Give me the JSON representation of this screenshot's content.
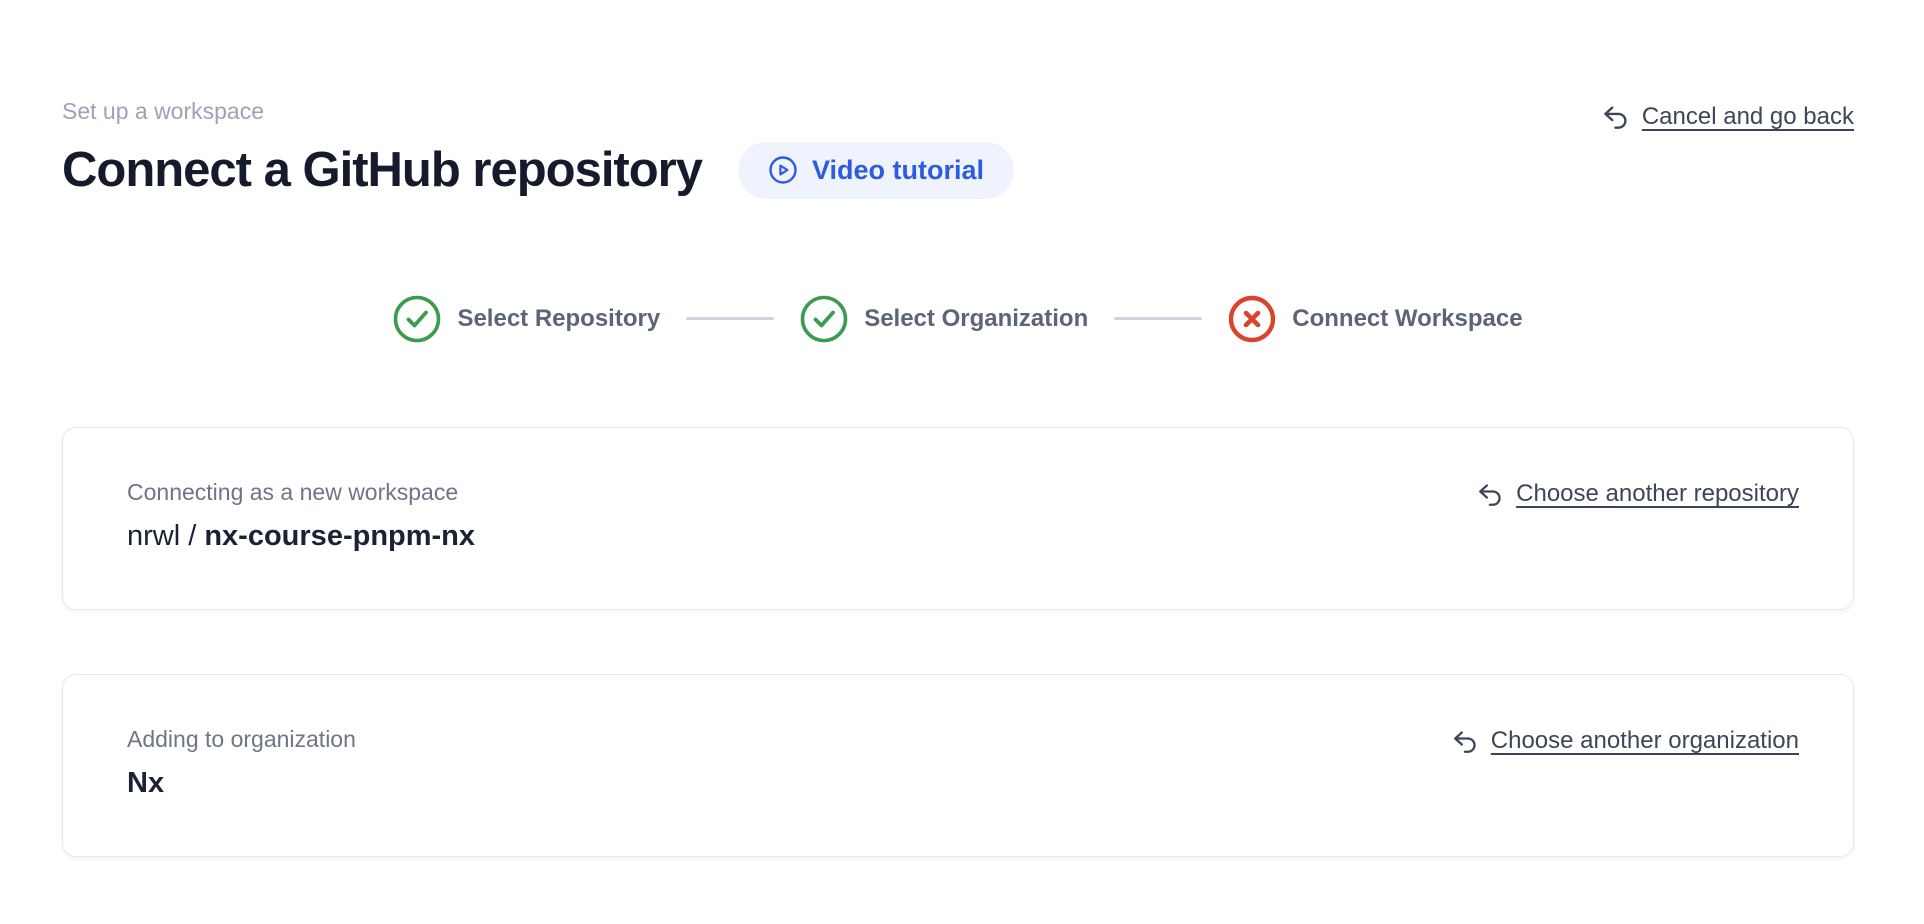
{
  "page": {
    "eyebrow": "Set up a workspace",
    "title": "Connect a GitHub repository"
  },
  "header": {
    "video_button_label": "Video tutorial",
    "cancel_link_label": "Cancel and go back"
  },
  "stepper": {
    "steps": [
      {
        "label": "Select Repository",
        "status": "complete",
        "icon": "check-circle-icon"
      },
      {
        "label": "Select Organization",
        "status": "complete",
        "icon": "check-circle-icon"
      },
      {
        "label": "Connect Workspace",
        "status": "error",
        "icon": "x-circle-icon"
      }
    ]
  },
  "cards": [
    {
      "label": "Connecting as a new workspace",
      "org": "nrwl",
      "separator": " / ",
      "repo": "nx-course-pnpm-nx",
      "action_label": "Choose another repository"
    },
    {
      "label": "Adding to organization",
      "value": "Nx",
      "action_label": "Choose another organization"
    }
  ],
  "colors": {
    "blue": "#2d5ce0",
    "blue-bg": "#eef3fd",
    "green": "#3b9c50",
    "red": "#d9442e",
    "heading": "#151b2c",
    "link-slate": "#3d4659",
    "step-label": "#5c6578",
    "eyebrow-gray": "#9ba3b4",
    "card-label-gray": "#6d7587",
    "card-border": "#e5e8ef",
    "connector": "#ccd4e0"
  }
}
